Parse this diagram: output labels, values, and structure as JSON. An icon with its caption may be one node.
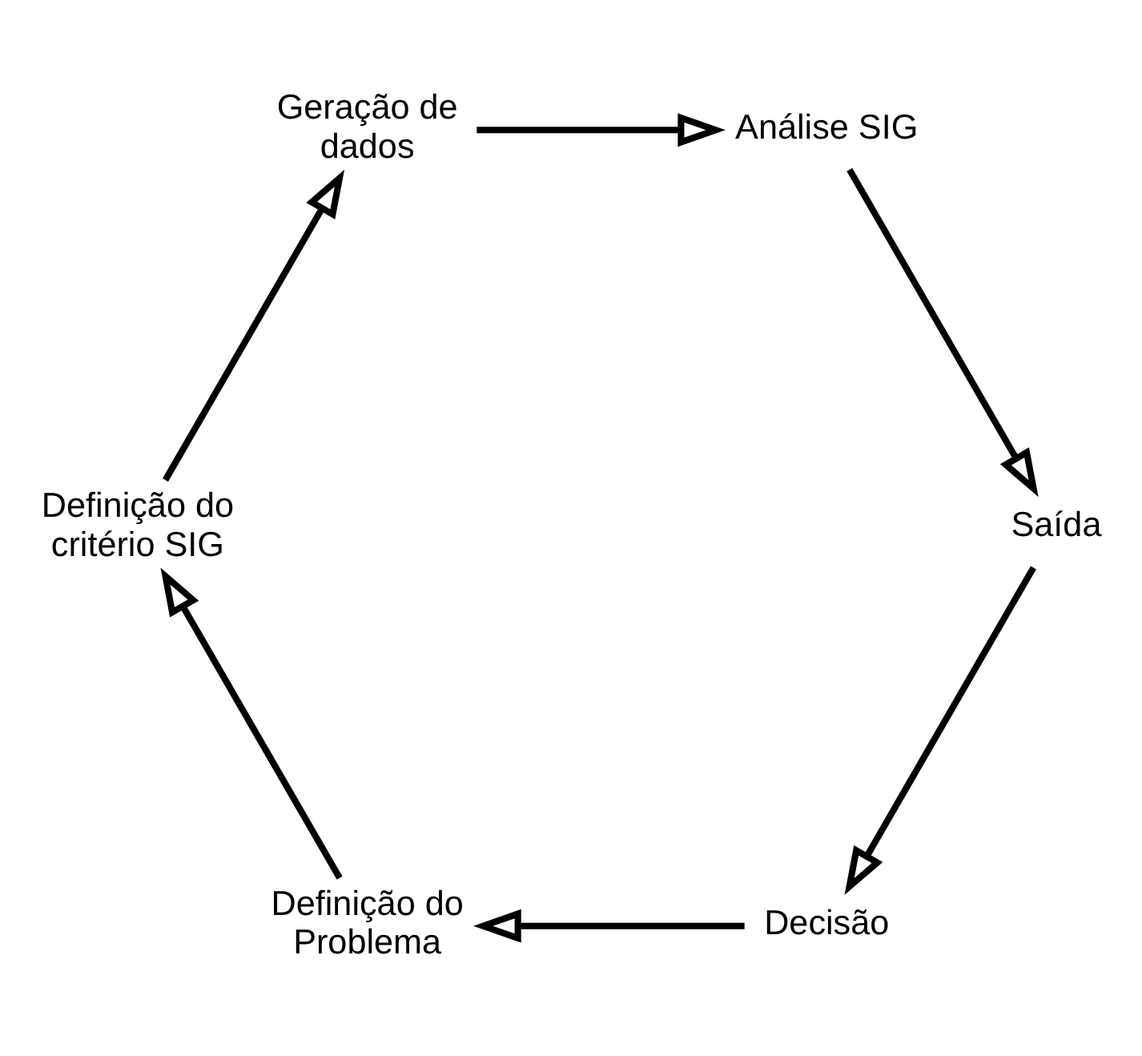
{
  "diagram": {
    "nodes": [
      {
        "text": [
          "Decisão"
        ]
      },
      {
        "text": [
          "Definição do Problema"
        ]
      },
      {
        "text": [
          "Definição do critério SIG"
        ]
      },
      {
        "text": [
          "Geração de dados"
        ]
      },
      {
        "text": [
          "Análise SIG"
        ]
      },
      {
        "text": [
          "Saída"
        ]
      }
    ],
    "edges": [
      {
        "from": 0,
        "to": 1,
        "arrow": "to"
      },
      {
        "from": 1,
        "to": 2,
        "arrow": "to"
      },
      {
        "from": 2,
        "to": 3,
        "arrow": "to"
      },
      {
        "from": 3,
        "to": 4,
        "arrow": "to"
      },
      {
        "from": 4,
        "to": 5,
        "arrow": "to"
      },
      {
        "from": 5,
        "to": 0,
        "arrow": "to"
      }
    ]
  }
}
